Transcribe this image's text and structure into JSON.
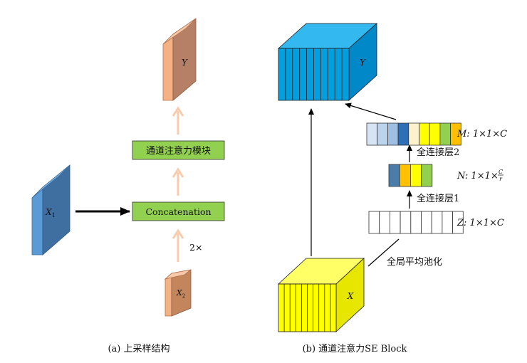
{
  "panel_a": {
    "caption": "(a) 上采样结构",
    "x1_label": "X",
    "x1_sub": "1",
    "x2_label": "X",
    "x2_sub": "2",
    "y_label": "Y",
    "concat_label": "Concatenation",
    "attention_label": "通道注意力模块",
    "upsample_label": "2×"
  },
  "panel_b": {
    "caption": "(b) 通道注意力SE Block",
    "x_label": "X",
    "y_label": "Y",
    "pool_label": "全局平均池化",
    "fc1_label": "全连接层1",
    "fc2_label": "全连接层2",
    "z_label": "Z: 1×1×C",
    "n_label": "N: 1×1×",
    "n_frac_num": "C",
    "n_frac_den": "r",
    "m_label": "M: 1×1×C",
    "m_colors": [
      "#d7e4f3",
      "#bcd3ec",
      "#9dbfe3",
      "#2e6fb5",
      "#fff2cc",
      "#ffff00",
      "#ffff00",
      "#92d050",
      "#ffc000"
    ],
    "n_colors": [
      "#4a7ea8",
      "#ffc000",
      "#ffff00",
      "#92d050"
    ],
    "z_cells": 9
  },
  "colors": {
    "x1_front": "#5b9bd5",
    "x1_side": "#3f6fa0",
    "x2_front": "#f4b183",
    "x2_side": "#c2855c",
    "y_front": "#f4b183",
    "y_side": "#b58065",
    "green_box": "#92d050",
    "arrow_peach": "#f8cbad",
    "cube_blue": "#00a0e0",
    "cube_blue_top": "#33b8f0",
    "cube_blue_side": "#0077b0",
    "cube_yellow": "#ffff00",
    "cube_yellow_side": "#e6e600"
  }
}
